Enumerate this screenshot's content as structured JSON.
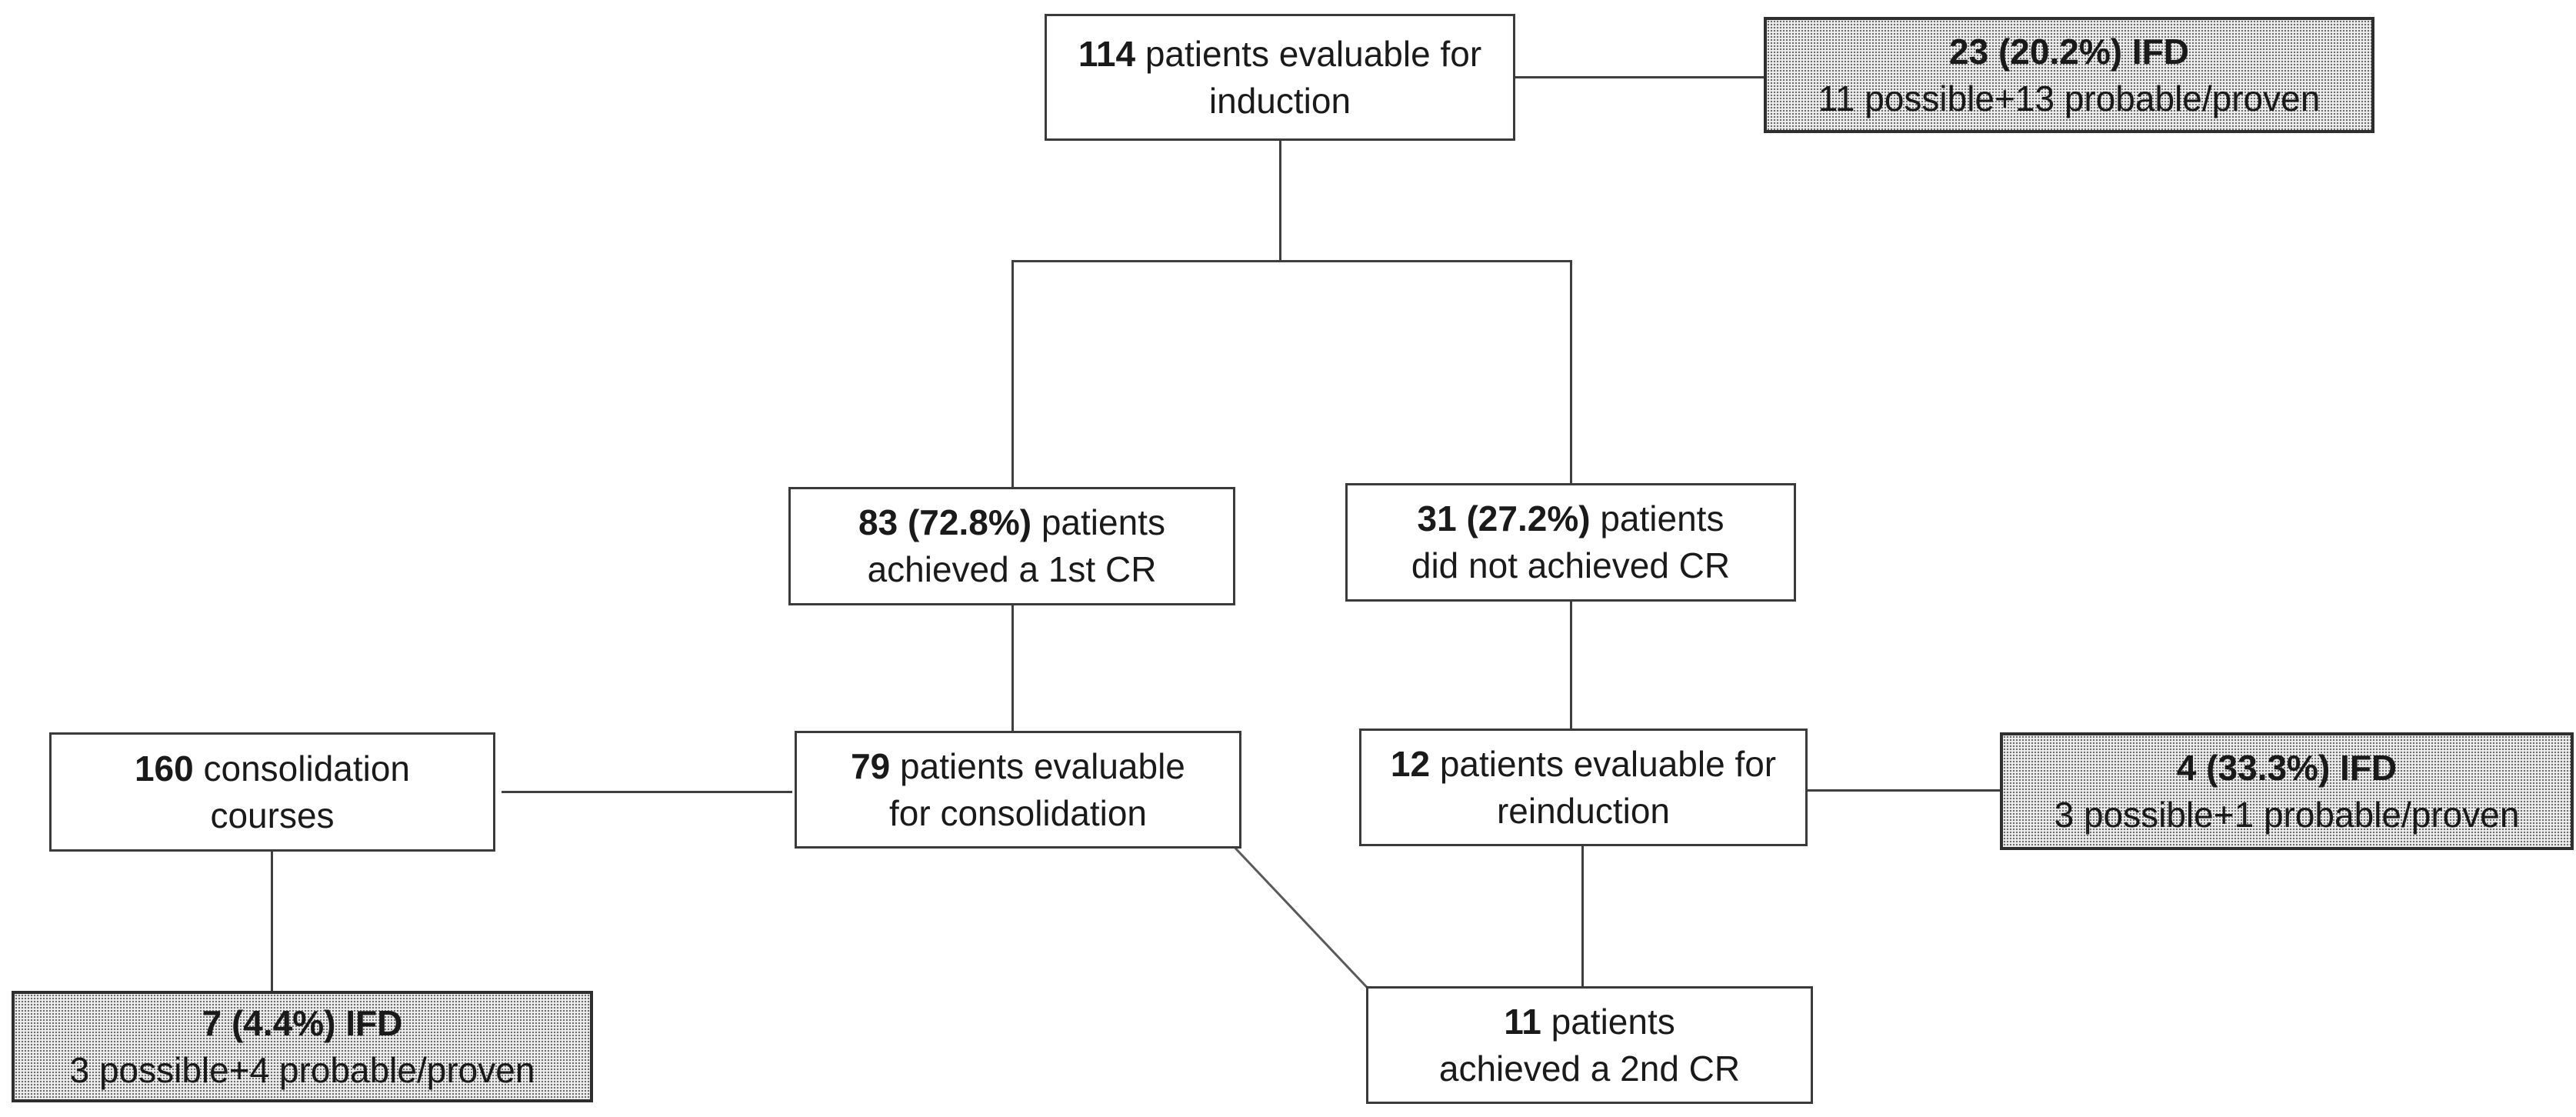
{
  "diagram_type": "patient-flow-chart",
  "colors": {
    "background": "#ffffff",
    "box_border": "#3a3a3a",
    "gray_box_border": "#2e2e2e",
    "gray_box_fill": "#d9d9d9",
    "connector_line": "#3f3f3f",
    "text": "#1a1a1a"
  },
  "boxes": {
    "induction": {
      "num": "114",
      "text1": " patients evaluable for",
      "text2": "induction"
    },
    "ifd_induction": {
      "line1": "23 (20.2%) IFD",
      "line2": "11 possible+13 probable/proven"
    },
    "cr1": {
      "num": "83 (72.8%)",
      "text1": " patients",
      "text2": "achieved a 1st CR"
    },
    "no_cr": {
      "num": "31 (27.2%)",
      "text1": " patients",
      "text2": "did not achieved CR"
    },
    "consolidation_courses": {
      "num": "160",
      "text1": " consolidation",
      "text2": "courses"
    },
    "consolidation": {
      "num": "79",
      "text1": " patients evaluable",
      "text2": "for consolidation"
    },
    "reinduction": {
      "num": "12",
      "text1": " patients evaluable for",
      "text2": "reinduction"
    },
    "ifd_reinduction": {
      "line1": "4 (33.3%) IFD",
      "line2": "3 possible+1 probable/proven"
    },
    "ifd_consolidation": {
      "line1": "7 (4.4%) IFD",
      "line2": "3 possible+4 probable/proven"
    },
    "cr2": {
      "num": "11",
      "text1": " patients",
      "text2": "achieved a 2nd CR"
    }
  },
  "edges": [
    {
      "from": "induction",
      "to": "ifd_induction"
    },
    {
      "from": "induction",
      "to": "cr1"
    },
    {
      "from": "induction",
      "to": "no_cr"
    },
    {
      "from": "cr1",
      "to": "consolidation"
    },
    {
      "from": "no_cr",
      "to": "reinduction"
    },
    {
      "from": "consolidation_courses",
      "to": "consolidation"
    },
    {
      "from": "consolidation_courses",
      "to": "ifd_consolidation"
    },
    {
      "from": "reinduction",
      "to": "ifd_reinduction"
    },
    {
      "from": "reinduction",
      "to": "cr2"
    },
    {
      "from": "consolidation",
      "to": "cr2"
    }
  ]
}
